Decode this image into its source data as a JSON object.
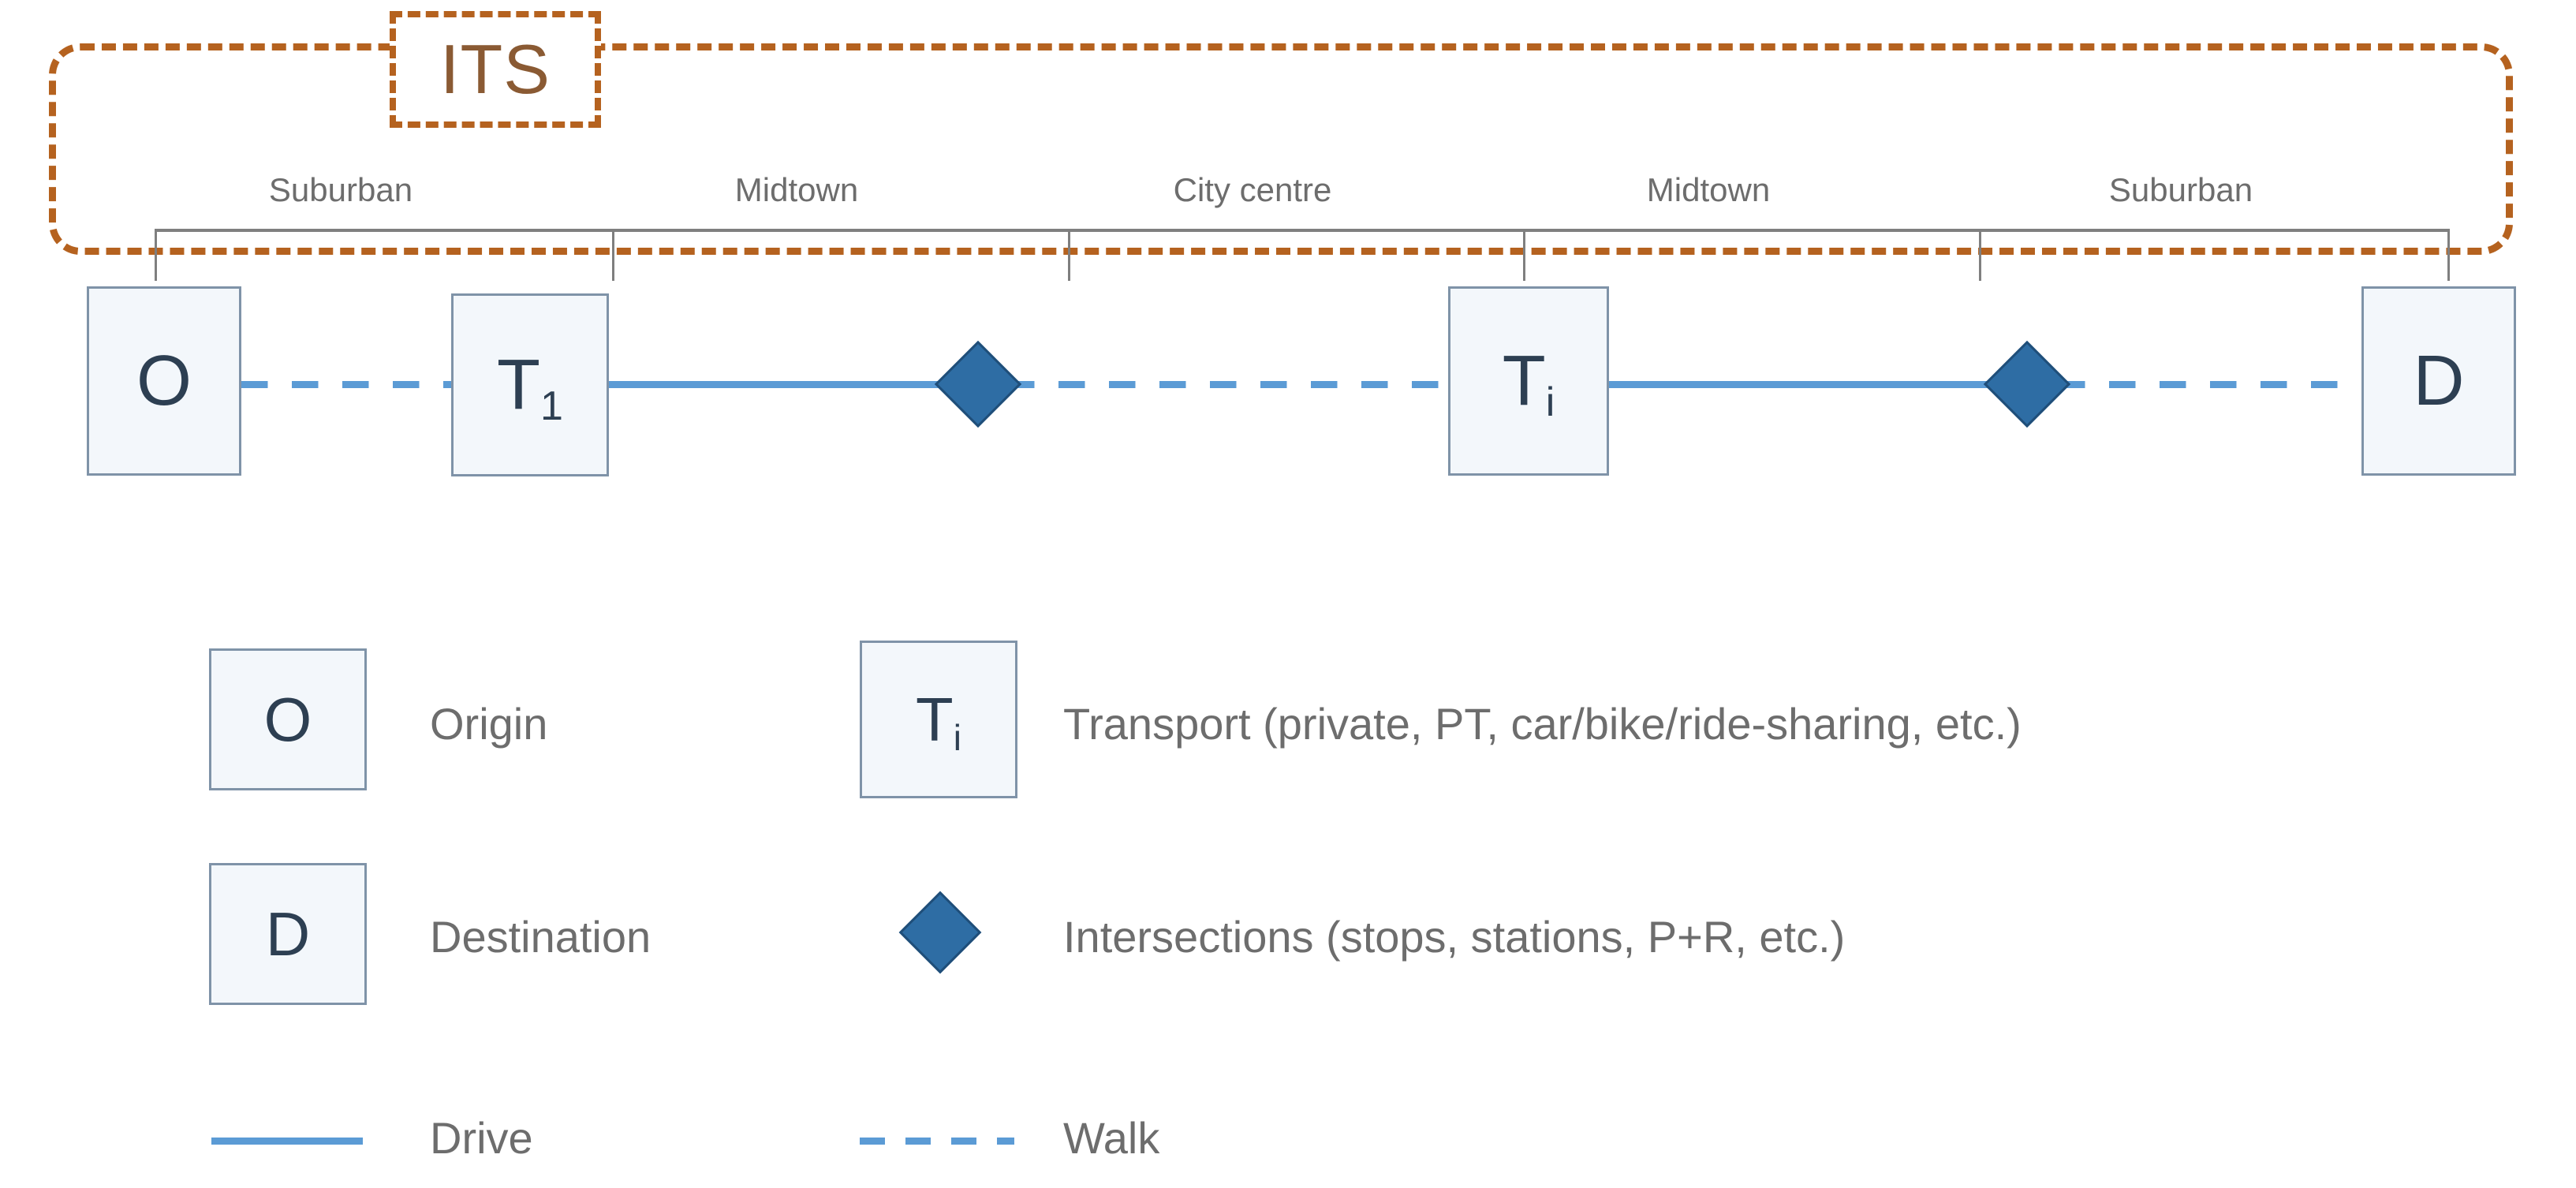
{
  "its": {
    "label": "ITS",
    "border_color": "#b5621f",
    "text_color": "#8a5a33"
  },
  "zones": {
    "labels": [
      "Suburban",
      "Midtown",
      "City centre",
      "Midtown",
      "Suburban"
    ],
    "color": "#6d6d6d"
  },
  "journey": {
    "nodes": [
      {
        "id": "origin",
        "label": "O",
        "sub": ""
      },
      {
        "id": "transport-1",
        "label": "T",
        "sub": "1"
      },
      {
        "id": "transport-i",
        "label": "T",
        "sub": "i"
      },
      {
        "id": "destination",
        "label": "D",
        "sub": ""
      }
    ],
    "links": [
      {
        "from": "origin",
        "to": "transport-1",
        "mode": "Walk"
      },
      {
        "from": "transport-1",
        "to": "intersection-1",
        "mode": "Drive"
      },
      {
        "from": "intersection-1",
        "to": "transport-i",
        "mode": "Walk"
      },
      {
        "from": "transport-i",
        "to": "intersection-2",
        "mode": "Drive"
      },
      {
        "from": "intersection-2",
        "to": "destination",
        "mode": "Walk"
      }
    ],
    "intersections": [
      "intersection-1",
      "intersection-2"
    ],
    "node_fill": "#f3f7fb",
    "node_border": "#7f93a8",
    "node_text": "#2d3f52",
    "link_color": "#5b9bd5",
    "diamond_fill": "#2e6da4",
    "diamond_border": "#1f4e79"
  },
  "legend": {
    "items": [
      {
        "symbol": "O",
        "sub": "",
        "label": "Origin"
      },
      {
        "symbol": "T",
        "sub": "i",
        "label": "Transport (private, PT, car/bike/ride-sharing, etc.)"
      },
      {
        "symbol": "D",
        "sub": "",
        "label": "Destination"
      },
      {
        "symbol": "diamond",
        "sub": "",
        "label": "Intersections (stops, stations, P+R, etc.)"
      }
    ],
    "lines": [
      {
        "style": "solid",
        "label": "Drive"
      },
      {
        "style": "dashed",
        "label": "Walk"
      }
    ],
    "text_color": "#6d6d6d"
  }
}
